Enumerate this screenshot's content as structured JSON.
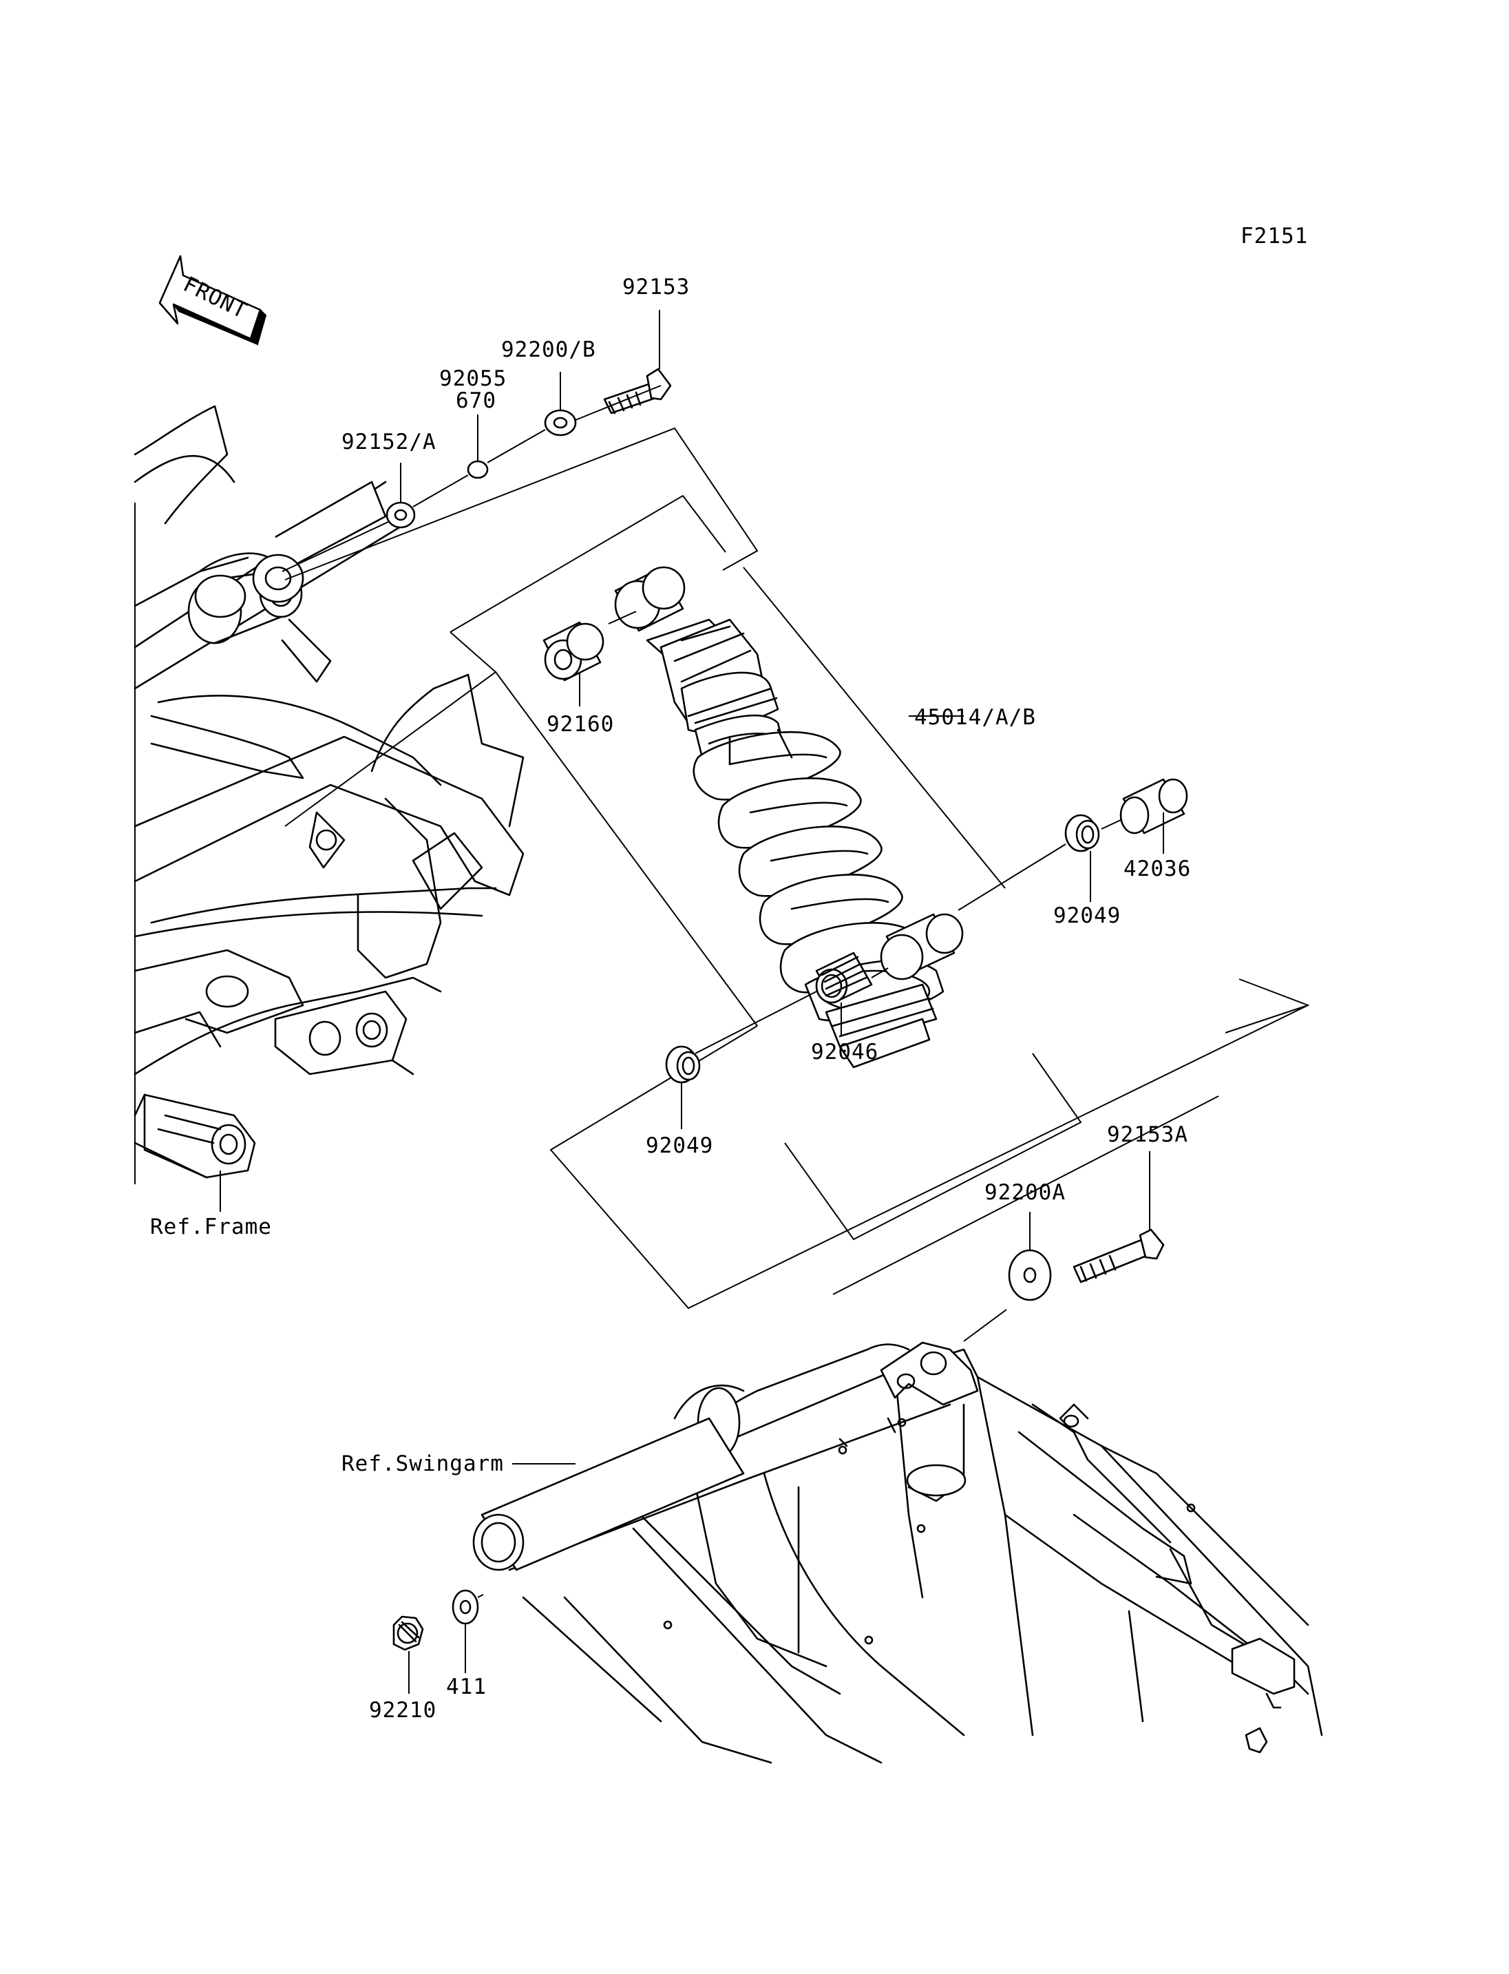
{
  "figure_code": "F2151",
  "direction_label": "FRONT",
  "parts": {
    "p92153": "92153",
    "p92200B": "92200/B",
    "p92055": "92055",
    "p670": "670",
    "p92152A": "92152/A",
    "p92160": "92160",
    "p45014": "45014/A/B",
    "p42036": "42036",
    "p92049_right": "92049",
    "p92046": "92046",
    "p92049_left": "92049",
    "p92153A": "92153A",
    "p92200A": "92200A",
    "p411": "411",
    "p92210": "92210"
  },
  "references": {
    "frame": "Ref.Frame",
    "swingarm": "Ref.Swingarm"
  }
}
